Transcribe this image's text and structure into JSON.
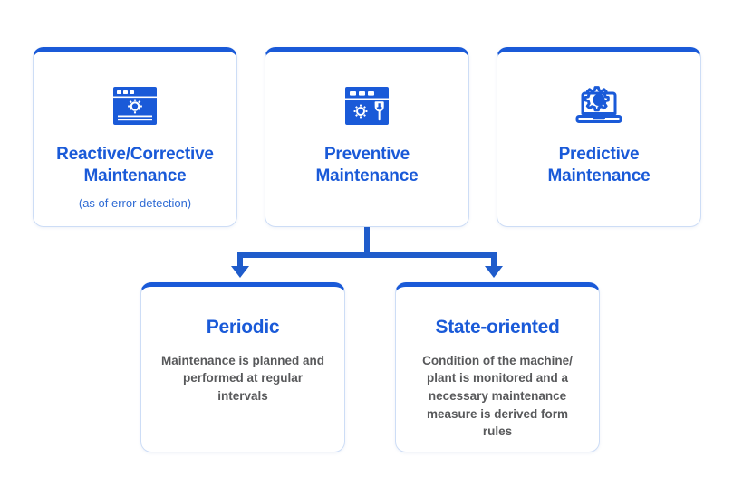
{
  "diagram": {
    "type": "flowchart",
    "accent_color": "#1a5ad8",
    "connector_color": "#1f5ccb",
    "body_text_color": "#58595b",
    "background": "#ffffff"
  },
  "top_row": [
    {
      "id": "reactive",
      "icon": "browser-window-gear-icon",
      "title": "Reactive/Corrective Maintenance",
      "subtitle": "(as of error detection)"
    },
    {
      "id": "preventive",
      "icon": "browser-window-gear-wrench-icon",
      "title": "Preventive Maintenance",
      "subtitle": ""
    },
    {
      "id": "predictive",
      "icon": "laptop-gear-icon",
      "title": "Predictive Maintenance",
      "subtitle": ""
    }
  ],
  "bottom_row": [
    {
      "id": "periodic",
      "title": "Periodic",
      "body": "Maintenance is planned and performed at regular intervals"
    },
    {
      "id": "state-oriented",
      "title": "State-oriented",
      "body": "Condition of the machine/ plant is monitored and a necessary maintenance measure is derived form rules"
    }
  ],
  "connectors": {
    "from": "preventive",
    "to": [
      "periodic",
      "state-oriented"
    ],
    "style": "elbow-with-arrowheads"
  }
}
